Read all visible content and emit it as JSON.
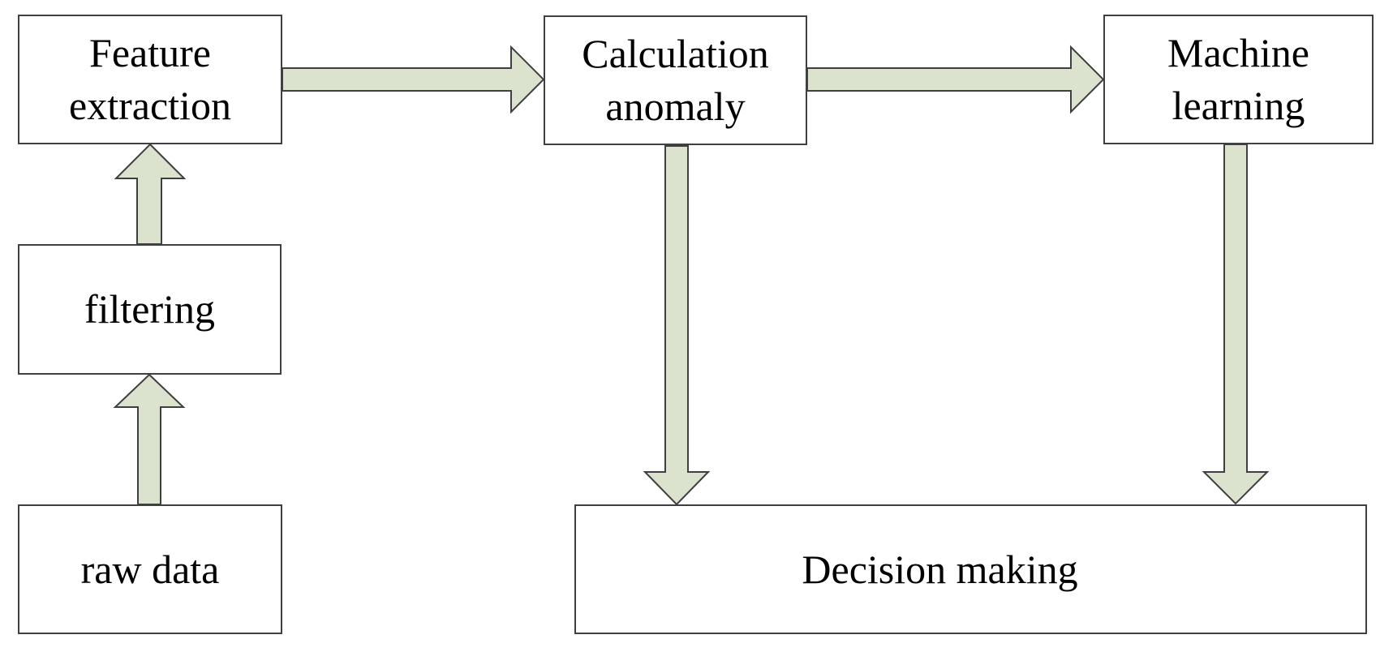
{
  "diagram": {
    "type": "flowchart",
    "colors": {
      "background": "#ffffff",
      "box_fill": "#ffffff",
      "box_border": "#404040",
      "arrow_fill": "#dbe2cd",
      "arrow_stroke": "#3f3f3f",
      "text": "#000000"
    },
    "nodes": {
      "raw_data": {
        "label": "raw data"
      },
      "filtering": {
        "label": "filtering"
      },
      "feature_extraction": {
        "label": "Feature extraction"
      },
      "calculation_anomaly": {
        "label": "Calculation anomaly"
      },
      "machine_learning": {
        "label": "Machine learning"
      },
      "decision_making": {
        "label": "Decision making"
      }
    },
    "edges": [
      {
        "from": "raw_data",
        "to": "filtering",
        "direction": "up"
      },
      {
        "from": "filtering",
        "to": "feature_extraction",
        "direction": "up"
      },
      {
        "from": "feature_extraction",
        "to": "calculation_anomaly",
        "direction": "right"
      },
      {
        "from": "calculation_anomaly",
        "to": "machine_learning",
        "direction": "right"
      },
      {
        "from": "calculation_anomaly",
        "to": "decision_making",
        "direction": "down"
      },
      {
        "from": "machine_learning",
        "to": "decision_making",
        "direction": "down"
      }
    ]
  }
}
